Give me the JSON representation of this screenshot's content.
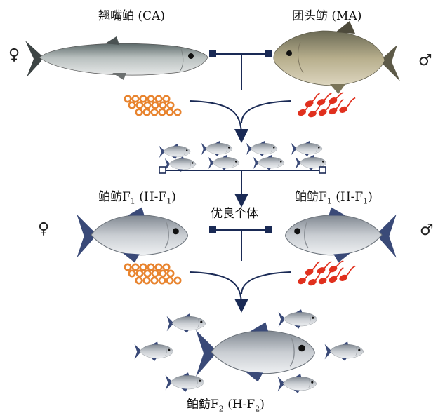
{
  "parents": {
    "female_name": "翘嘴鲌 (CA)",
    "male_name": "团头鲂 (MA)",
    "female_symbol": "♀",
    "male_symbol": "♂"
  },
  "f1": {
    "left_prefix": "鲌鲂F",
    "left_sub": "1",
    "left_mid": " (H-F",
    "left_sub2": "1",
    "left_end": ")",
    "right_prefix": "鲌鲂F",
    "right_sub": "1",
    "right_mid": " (H-F",
    "right_sub2": "1",
    "right_end": ")",
    "selection": "优良个体",
    "female_symbol": "♀",
    "male_symbol": "♂"
  },
  "f2": {
    "prefix": "鲌鲂F",
    "sub": "2",
    "mid": " (H-F",
    "sub2": "2",
    "end": ")"
  },
  "colors": {
    "egg": "#e8842f",
    "sperm": "#e0301e",
    "line": "#1a2a55",
    "fish_body": "#b8bcc0",
    "fin_dark": "#3a4a78"
  }
}
